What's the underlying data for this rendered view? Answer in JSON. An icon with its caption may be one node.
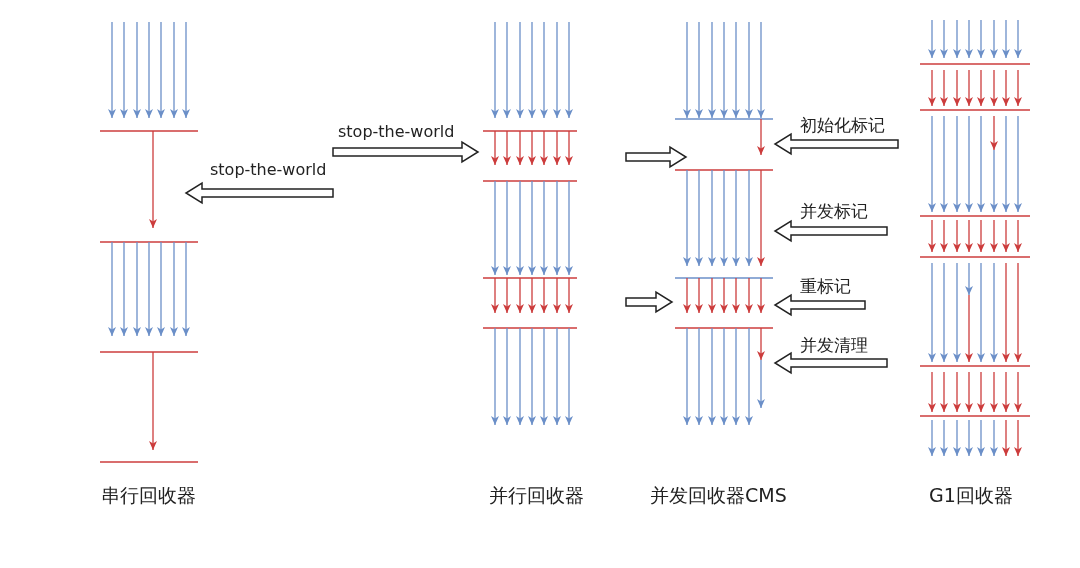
{
  "diagram": {
    "labels": [
      "stop-the-world",
      "stop-the-world",
      "初始化标记",
      "并发标记",
      "重标记",
      "并发清理",
      "串行回收器",
      "并行回收器",
      "并发回收器CMS",
      "G1回收器"
    ]
  }
}
